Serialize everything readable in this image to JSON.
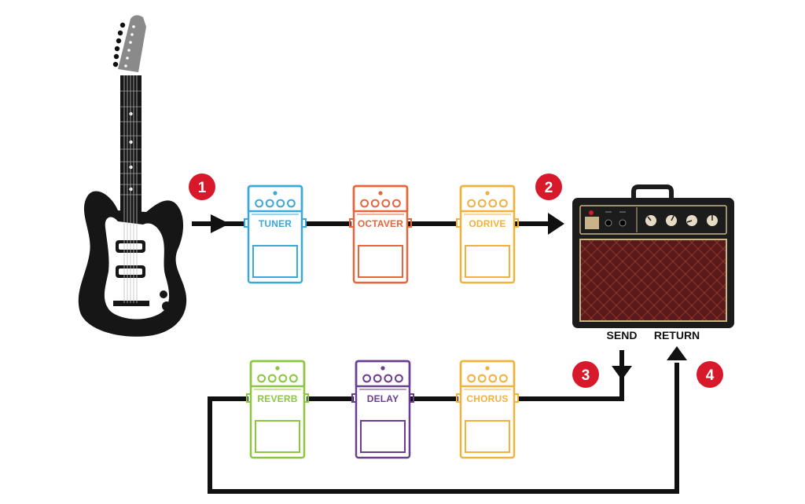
{
  "colors": {
    "cable": "#111111",
    "step_marker": "#d7192b",
    "amp_body": "#1c1c1c",
    "amp_grill": "#5a1a1a",
    "amp_trim": "#c9b48a"
  },
  "steps": [
    "1",
    "2",
    "3",
    "4"
  ],
  "pedals": [
    {
      "label": "TUNER",
      "color": "#3aa8d8"
    },
    {
      "label": "OCTAVER",
      "color": "#e8643a"
    },
    {
      "label": "ODRIVE",
      "color": "#f2b13a"
    },
    {
      "label": "REVERB",
      "color": "#8cc63f"
    },
    {
      "label": "DELAY",
      "color": "#6a3d8f"
    },
    {
      "label": "CHORUS",
      "color": "#f2b13a"
    }
  ],
  "amp": {
    "send_label": "SEND",
    "return_label": "RETURN"
  },
  "icons": {
    "guitar": "electric-guitar-icon",
    "amp": "guitar-amp-icon"
  }
}
